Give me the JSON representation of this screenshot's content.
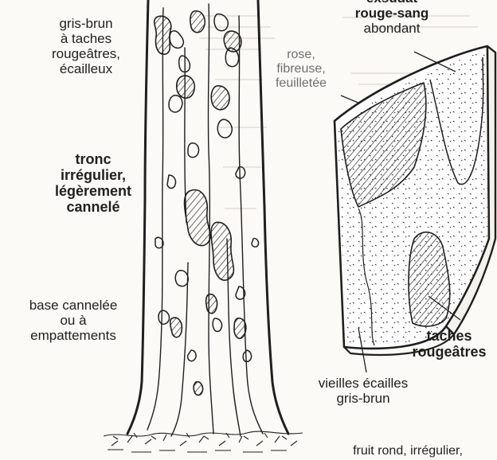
{
  "labels": {
    "bark_color": [
      "gris-brun",
      "à taches",
      "rougeâtres,",
      "écailleux"
    ],
    "trunk": [
      "tronc",
      "irrégulier,",
      "légèrement",
      "cannelé"
    ],
    "base": [
      "base cannelée",
      "ou à",
      "empattements"
    ],
    "exudate": [
      "exsudat",
      "rouge-sang",
      "abondant"
    ],
    "inner_bark": [
      "rose,",
      "fibreuse,",
      "feuilletée"
    ],
    "red_spots": [
      "taches",
      "rougeâtres"
    ],
    "old_scales": [
      "vieilles écailles",
      "gris-brun"
    ],
    "fruit": "fruit rond, irrégulier,"
  },
  "colors": {
    "ink": "#1f1f1f",
    "paper": "#fbfaf6",
    "gray_text": "#6f6f6f",
    "faint": "#d3cec4"
  }
}
